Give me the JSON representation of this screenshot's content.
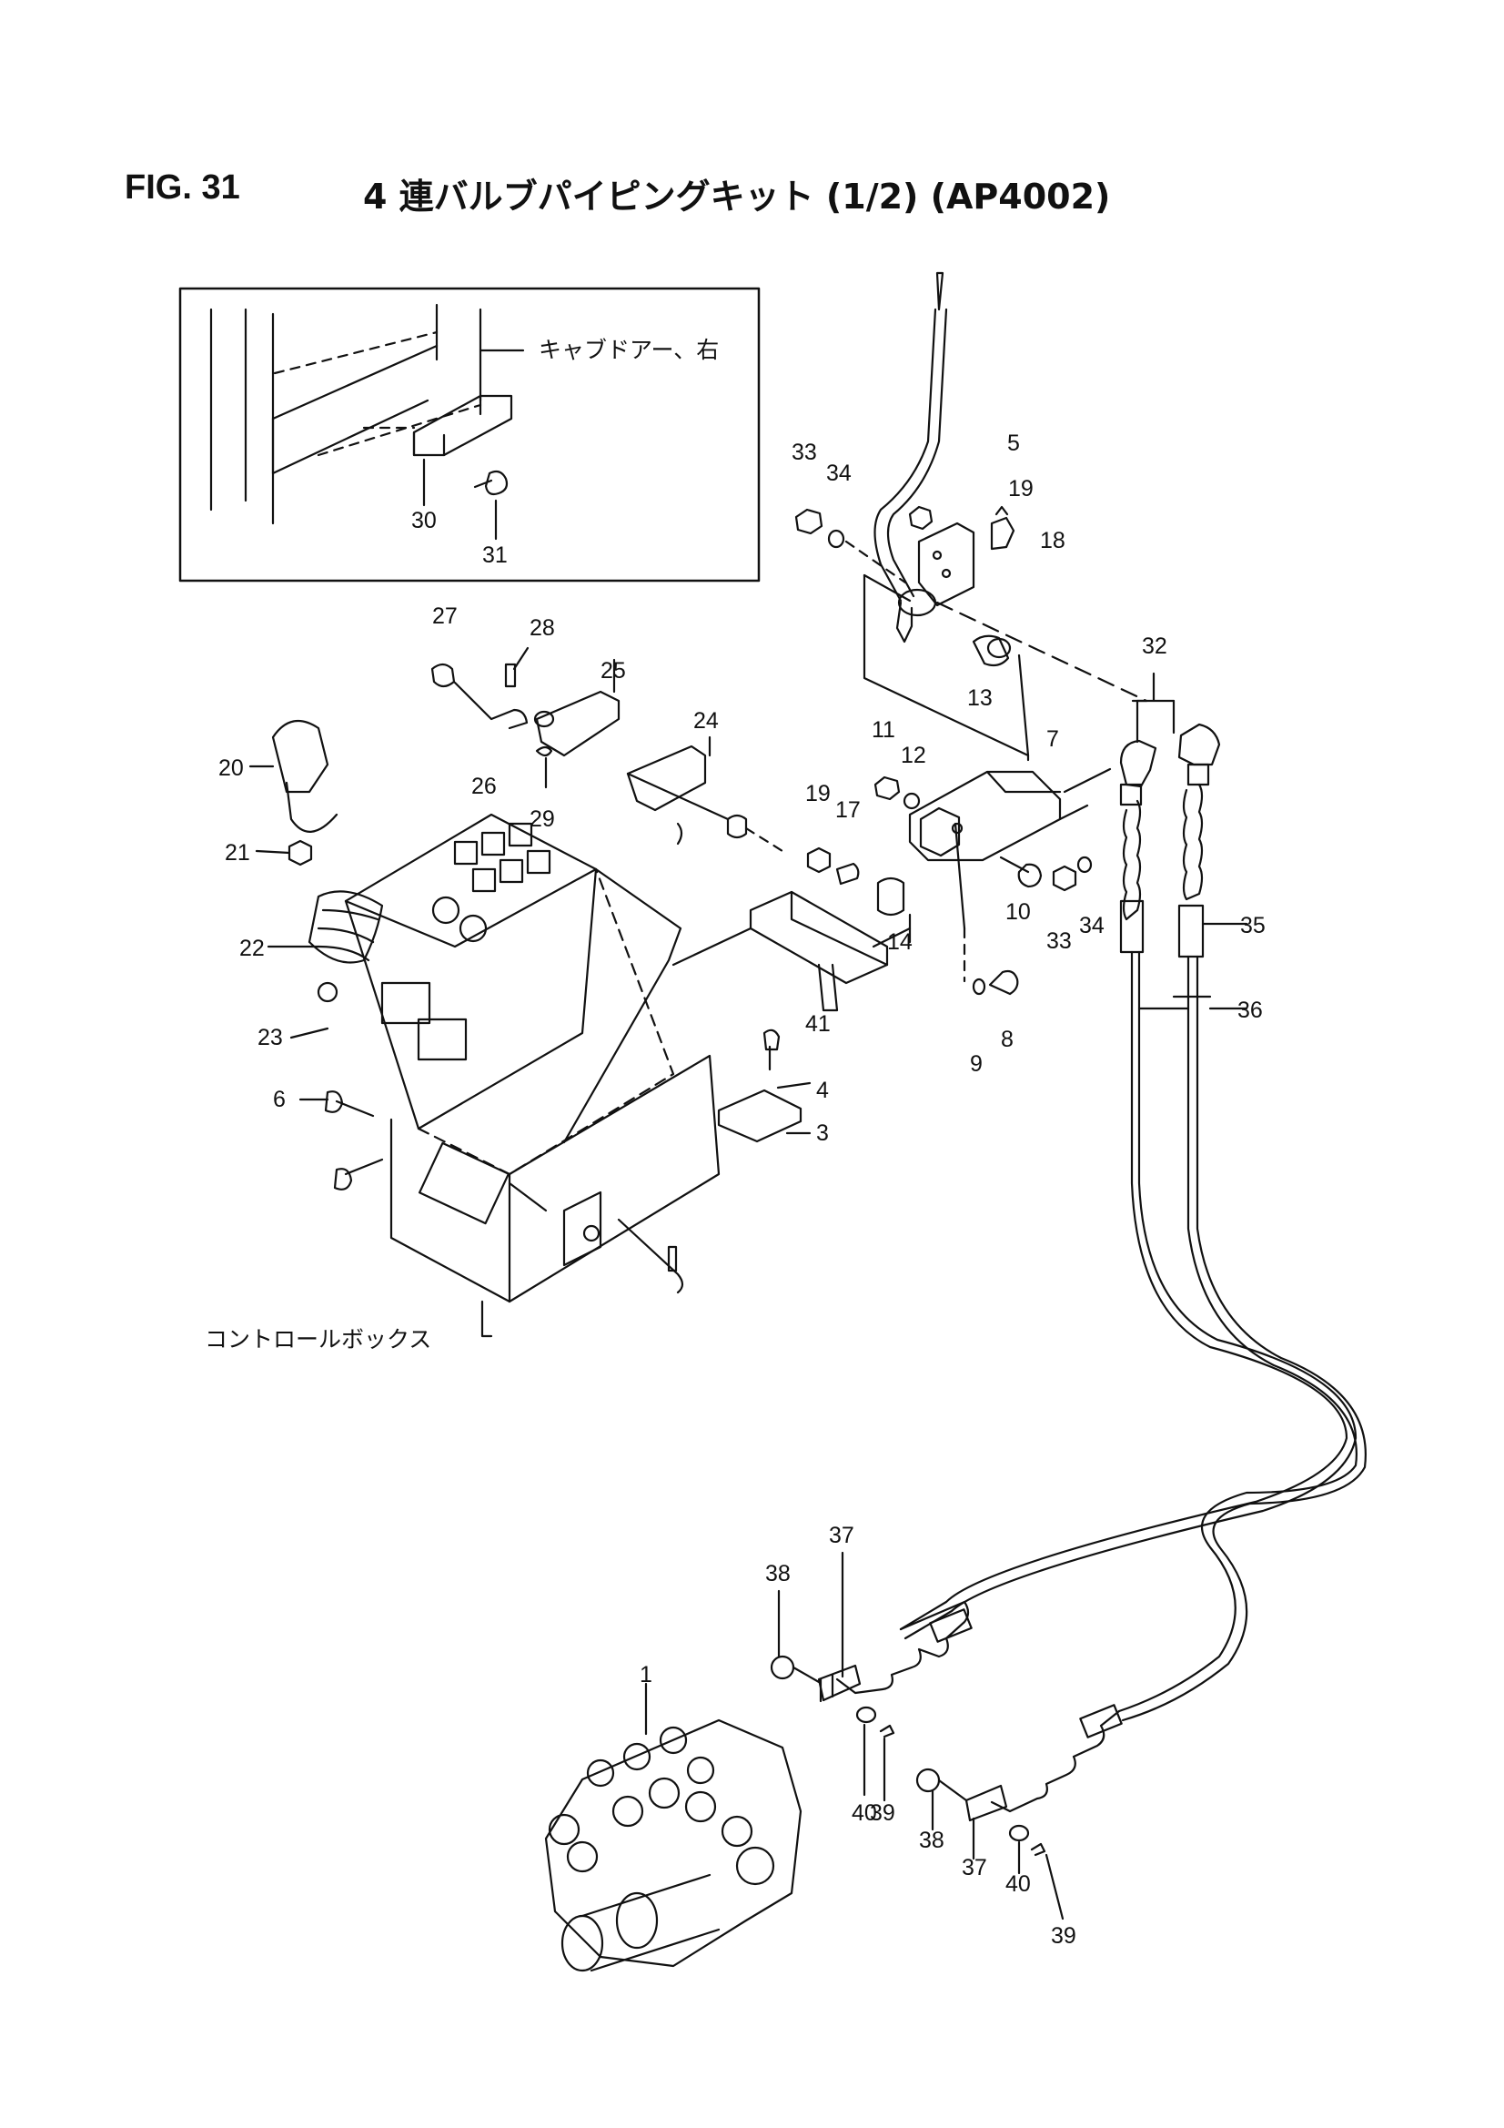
{
  "header": {
    "figure_number": "FIG. 31",
    "title": "4 連バルブパイピングキット (1/2) (AP4002)"
  },
  "labels": {
    "cab_door_right": "キャブドアー、右",
    "control_box": "コントロールボックス"
  },
  "callouts": [
    {
      "id": "c1",
      "text": "1"
    },
    {
      "id": "c3",
      "text": "3"
    },
    {
      "id": "c4",
      "text": "4"
    },
    {
      "id": "c5",
      "text": "5"
    },
    {
      "id": "c6",
      "text": "6"
    },
    {
      "id": "c7",
      "text": "7"
    },
    {
      "id": "c8",
      "text": "8"
    },
    {
      "id": "c9",
      "text": "9"
    },
    {
      "id": "c10",
      "text": "10"
    },
    {
      "id": "c11",
      "text": "11"
    },
    {
      "id": "c12",
      "text": "12"
    },
    {
      "id": "c13",
      "text": "13"
    },
    {
      "id": "c14",
      "text": "14"
    },
    {
      "id": "c17",
      "text": "17"
    },
    {
      "id": "c18",
      "text": "18"
    },
    {
      "id": "c19a",
      "text": "19"
    },
    {
      "id": "c19b",
      "text": "19"
    },
    {
      "id": "c20",
      "text": "20"
    },
    {
      "id": "c21",
      "text": "21"
    },
    {
      "id": "c22",
      "text": "22"
    },
    {
      "id": "c23",
      "text": "23"
    },
    {
      "id": "c24",
      "text": "24"
    },
    {
      "id": "c25",
      "text": "25"
    },
    {
      "id": "c26",
      "text": "26"
    },
    {
      "id": "c27",
      "text": "27"
    },
    {
      "id": "c28",
      "text": "28"
    },
    {
      "id": "c29",
      "text": "29"
    },
    {
      "id": "c30",
      "text": "30"
    },
    {
      "id": "c31",
      "text": "31"
    },
    {
      "id": "c32",
      "text": "32"
    },
    {
      "id": "c33a",
      "text": "33"
    },
    {
      "id": "c33b",
      "text": "33"
    },
    {
      "id": "c34a",
      "text": "34"
    },
    {
      "id": "c34b",
      "text": "34"
    },
    {
      "id": "c35",
      "text": "35"
    },
    {
      "id": "c36",
      "text": "36"
    },
    {
      "id": "c37a",
      "text": "37"
    },
    {
      "id": "c37b",
      "text": "37"
    },
    {
      "id": "c38a",
      "text": "38"
    },
    {
      "id": "c38b",
      "text": "38"
    },
    {
      "id": "c39a",
      "text": "39"
    },
    {
      "id": "c39b",
      "text": "39"
    },
    {
      "id": "c40a",
      "text": "40"
    },
    {
      "id": "c40b",
      "text": "40"
    },
    {
      "id": "c41",
      "text": "41"
    }
  ]
}
